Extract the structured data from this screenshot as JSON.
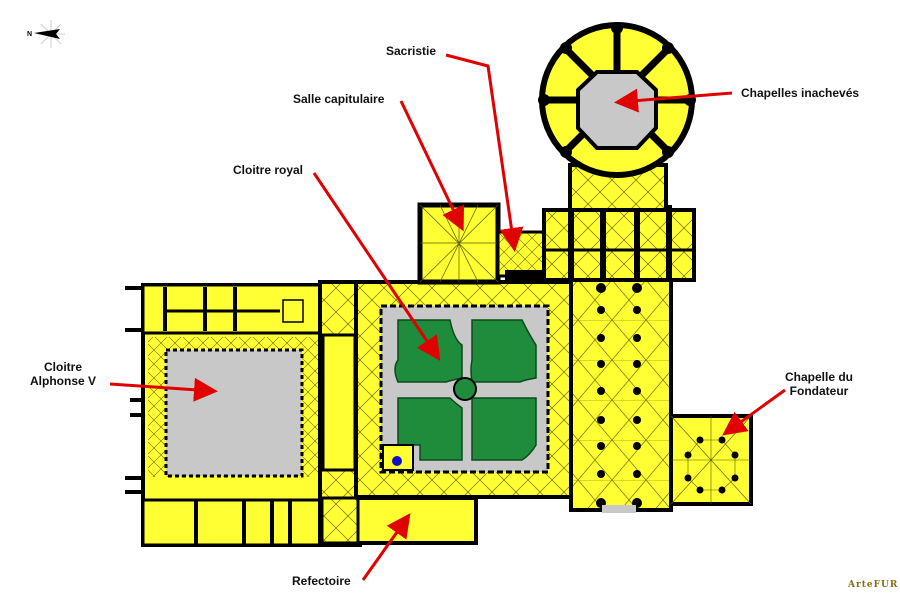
{
  "diagram": {
    "type": "architectural-floor-plan",
    "subject": "Monastery plan (cloisters, church, chapels)",
    "colors": {
      "building_fill": "#ffff33",
      "walls": "#000000",
      "courtyard_gray": "#c8c8c8",
      "garden_green": "#1e8c3a",
      "pointer_arrow": "#e00000",
      "marker_blue": "#1010c8",
      "vault_lines": "#5a5a00"
    },
    "compass": {
      "icon": "north-arrow-compass",
      "letter": "N"
    },
    "labels": [
      {
        "id": "sacristie",
        "text": "Sacristie"
      },
      {
        "id": "salle-capitulaire",
        "text": "Salle capitulaire"
      },
      {
        "id": "cloitre-royal",
        "text": "Cloitre royal"
      },
      {
        "id": "chapelles-inacheves",
        "text": "Chapelles inachevés"
      },
      {
        "id": "cloitre-alphonse-v",
        "line1": "Cloitre",
        "line2": "Alphonse V"
      },
      {
        "id": "chapelle-du-fondateur",
        "line1": "Chapelle du",
        "line2": "Fondateur"
      },
      {
        "id": "refectoire",
        "text": "Refectoire"
      }
    ],
    "watermark": {
      "text": "ArteFUR"
    }
  }
}
